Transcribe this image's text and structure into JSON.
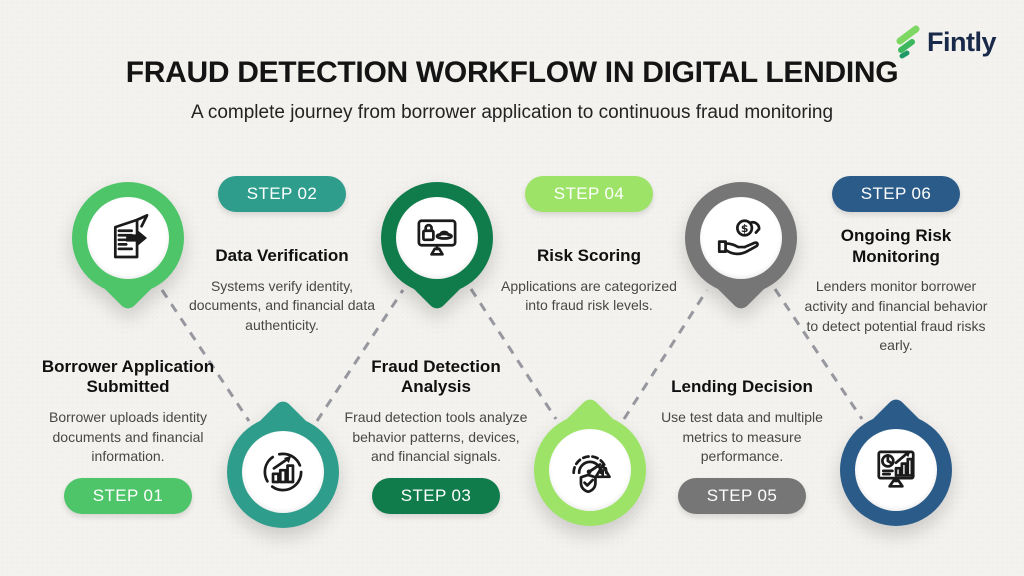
{
  "logo": {
    "text": "Fintly",
    "icon": "fintly-leaf-icon",
    "brand_navy": "#19294a",
    "brand_greens": [
      "#7fd763",
      "#3eb85e",
      "#1f9a67"
    ]
  },
  "header": {
    "title": "FRAUD DETECTION WORKFLOW IN DIGITAL LENDING",
    "subtitle": "A complete journey from borrower application to continuous fraud monitoring"
  },
  "connector_color": "#97979f",
  "background_color": "#f3f2ee",
  "steps": [
    {
      "badge": "STEP 01",
      "title": "Borrower Application Submitted",
      "description": "Borrower uploads identity documents and financial information.",
      "color": "#4fc56a",
      "icon": "document-submit-icon",
      "icon_position": "top"
    },
    {
      "badge": "STEP 02",
      "title": "Data Verification",
      "description": "Systems verify identity, documents, and financial data authenticity.",
      "color": "#2f9d8c",
      "icon": "donut-chart-icon",
      "icon_position": "bottom"
    },
    {
      "badge": "STEP 03",
      "title": "Fraud Detection Analysis",
      "description": "Fraud detection tools analyze behavior patterns, devices, and financial signals.",
      "color": "#107c4c",
      "icon": "monitor-security-icon",
      "icon_position": "top"
    },
    {
      "badge": "STEP 04",
      "title": "Risk Scoring",
      "description": "Applications are categorized into fraud risk levels.",
      "color": "#9ce368",
      "icon": "gauge-shield-icon",
      "icon_position": "bottom"
    },
    {
      "badge": "STEP 05",
      "title": "Lending Decision",
      "description": "Use test data and multiple metrics to measure performance.",
      "color": "#767676",
      "icon": "hand-money-icon",
      "icon_position": "top"
    },
    {
      "badge": "STEP 06",
      "title": "Ongoing Risk Monitoring",
      "description": "Lenders monitor borrower activity and financial behavior to detect potential fraud risks early.",
      "color": "#2b5c89",
      "icon": "monitor-analytics-icon",
      "icon_position": "bottom"
    }
  ]
}
